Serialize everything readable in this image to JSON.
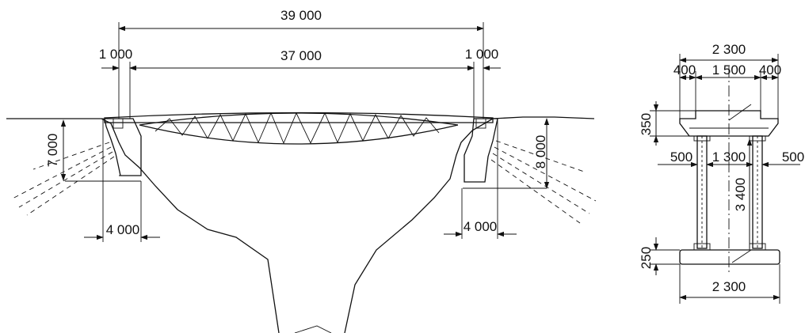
{
  "elevation": {
    "dims": {
      "total_span": "39 000",
      "clear_span": "37 000",
      "left_end": "1 000",
      "right_end": "1 000",
      "left_depth": "7 000",
      "right_depth": "8 000",
      "left_base": "4 000",
      "right_base": "4 000"
    }
  },
  "section": {
    "dims": {
      "top_width": "2 300",
      "left_overhang": "400",
      "deck_middle": "1 500",
      "right_overhang": "400",
      "deck_height": "350",
      "left_offset": "500",
      "column_spacing": "1 300",
      "right_offset": "500",
      "column_height": "3 400",
      "footing_height": "250",
      "footing_width": "2 300"
    }
  }
}
